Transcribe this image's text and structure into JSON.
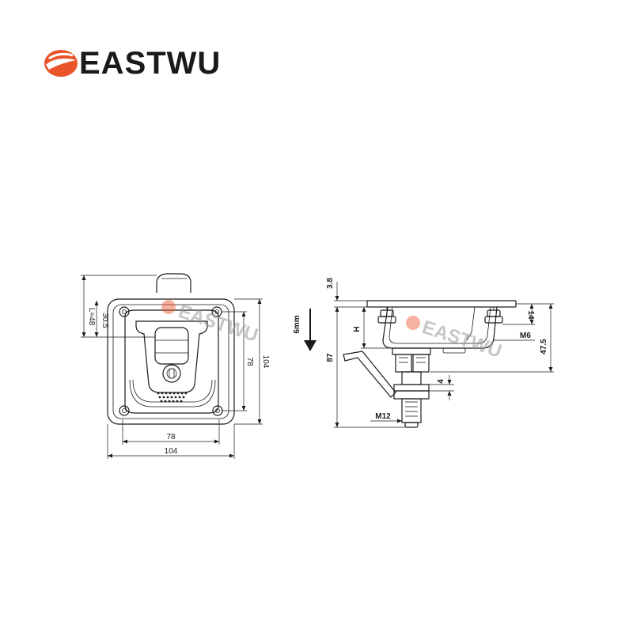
{
  "brand": {
    "name": "EASTWU",
    "accent_color": "#e8552a",
    "text_color": "#1a1a1a"
  },
  "watermark": {
    "text": "EASTWU"
  },
  "front_view": {
    "dim_width_overall": "104",
    "dim_width_inner": "78",
    "dim_height_overall": "104",
    "dim_height_inner": "78",
    "dim_upper_offset": "30.5",
    "dim_top": "L=48"
  },
  "side_view": {
    "dim_plate": "3.8",
    "dim_travel": "6mm",
    "dim_h": "H",
    "dim_total": "87",
    "dim_nut": "4",
    "dim_thread": "M12",
    "dim_bolt": "M6",
    "dim_stud": "14",
    "dim_depth": "47.5",
    "arrow_icon": "arrow-down-icon"
  }
}
